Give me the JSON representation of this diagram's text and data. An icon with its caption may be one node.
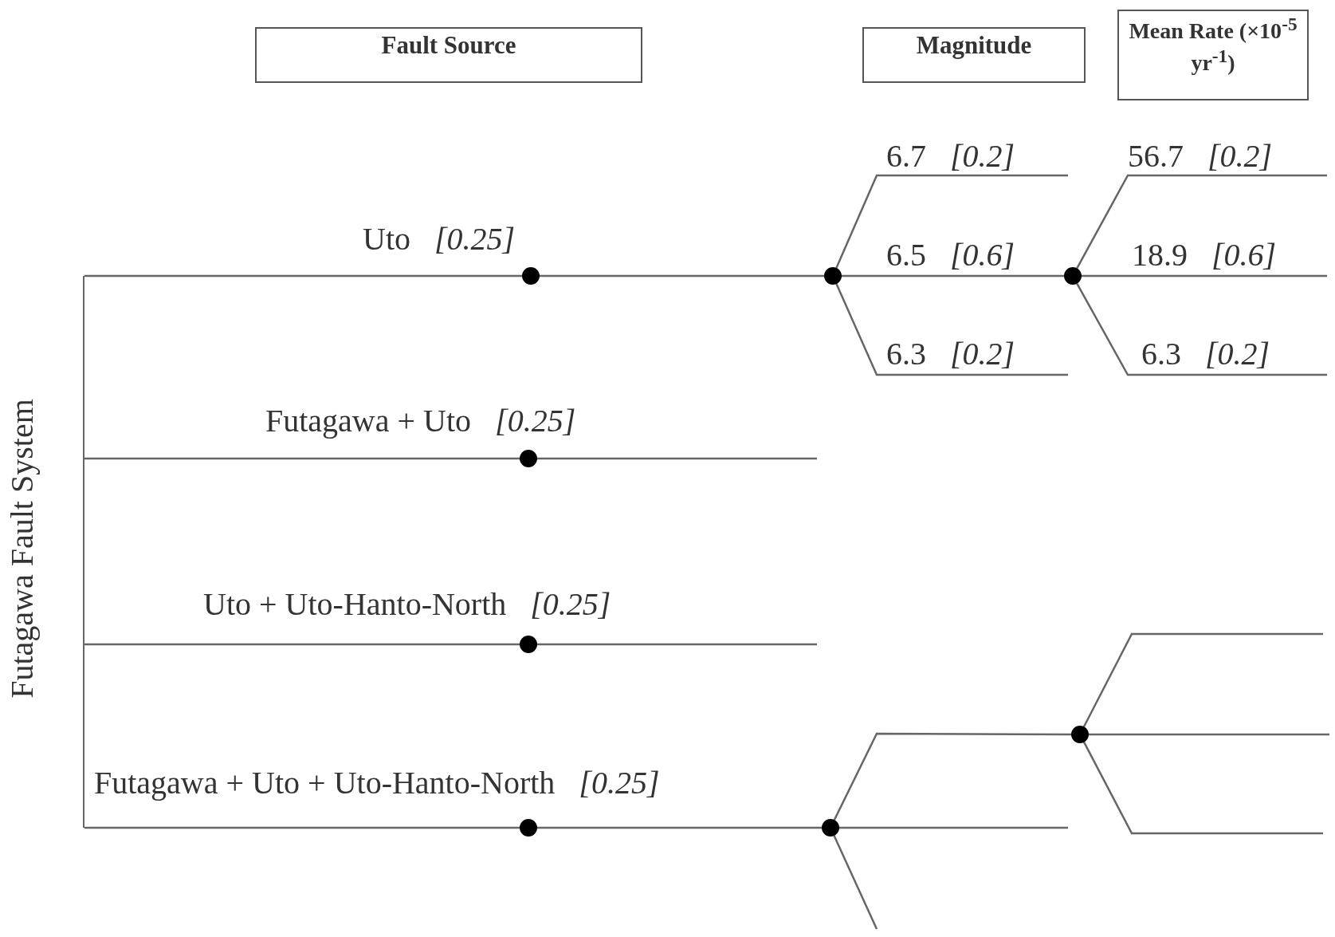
{
  "diagram": {
    "nodes": [
      {
        "text": [
          "Fault Source"
        ]
      },
      {
        "text": [
          "Magnitude"
        ]
      },
      {
        "text": [
          "Mean Rate (×10$^{-5}$ yr$^{-1}$)"
        ]
      },
      {
        "text": [
          "Futagawa Fault System"
        ]
      },
      {
        "text": [],
        "shape": "circle"
      },
      {
        "text": [],
        "shape": "circle"
      },
      {
        "text": [],
        "shape": "circle"
      },
      {
        "text": [],
        "shape": "circle"
      },
      {
        "text": [],
        "shape": "circle"
      },
      {
        "text": [],
        "shape": "circle"
      },
      {
        "text": [],
        "shape": "circle"
      },
      {
        "text": [],
        "shape": "circle"
      }
    ],
    "edges": [
      {
        "from": 3,
        "to": 4,
        "arrow": "none",
        "label": "Uto   *[0.25]*"
      },
      {
        "from": 4,
        "to": 8,
        "arrow": "none"
      },
      {
        "from": 3,
        "to": 5,
        "arrow": "none",
        "label": "Futagawa + Uto   *[0.25]*"
      },
      {
        "from": 5,
        "to": null,
        "arrow": "none"
      },
      {
        "from": 3,
        "to": 6,
        "arrow": "none",
        "label": "Uto + Uto-Hanto-North   *[0.25]*"
      },
      {
        "from": 6,
        "to": null,
        "arrow": "none"
      },
      {
        "from": 3,
        "to": 7,
        "arrow": "none",
        "label": "Futagawa + Uto + Uto-Hanto-North   *[0.25]*"
      },
      {
        "from": 7,
        "to": 9,
        "arrow": "none"
      },
      {
        "from": 8,
        "to": null,
        "arrow": "none",
        "label": "6.7   *[0.2]*"
      },
      {
        "from": 8,
        "to": 10,
        "arrow": "none",
        "label": "6.5   *[0.6]*"
      },
      {
        "from": 8,
        "to": null,
        "arrow": "none",
        "label": "6.3   *[0.2]*"
      },
      {
        "from": 10,
        "to": null,
        "arrow": "none",
        "label": "56.7   *[0.2]*"
      },
      {
        "from": 10,
        "to": null,
        "arrow": "none",
        "label": "18.9   *[0.6]*"
      },
      {
        "from": 10,
        "to": null,
        "arrow": "none",
        "label": "6.3   *[0.2]*"
      },
      {
        "from": 9,
        "to": 11,
        "arrow": "none"
      },
      {
        "from": 9,
        "to": null,
        "arrow": "none"
      },
      {
        "from": 9,
        "to": null,
        "arrow": "none"
      },
      {
        "from": 11,
        "to": null,
        "arrow": "none"
      },
      {
        "from": 11,
        "to": null,
        "arrow": "none"
      },
      {
        "from": 11,
        "to": null,
        "arrow": "none"
      }
    ]
  }
}
